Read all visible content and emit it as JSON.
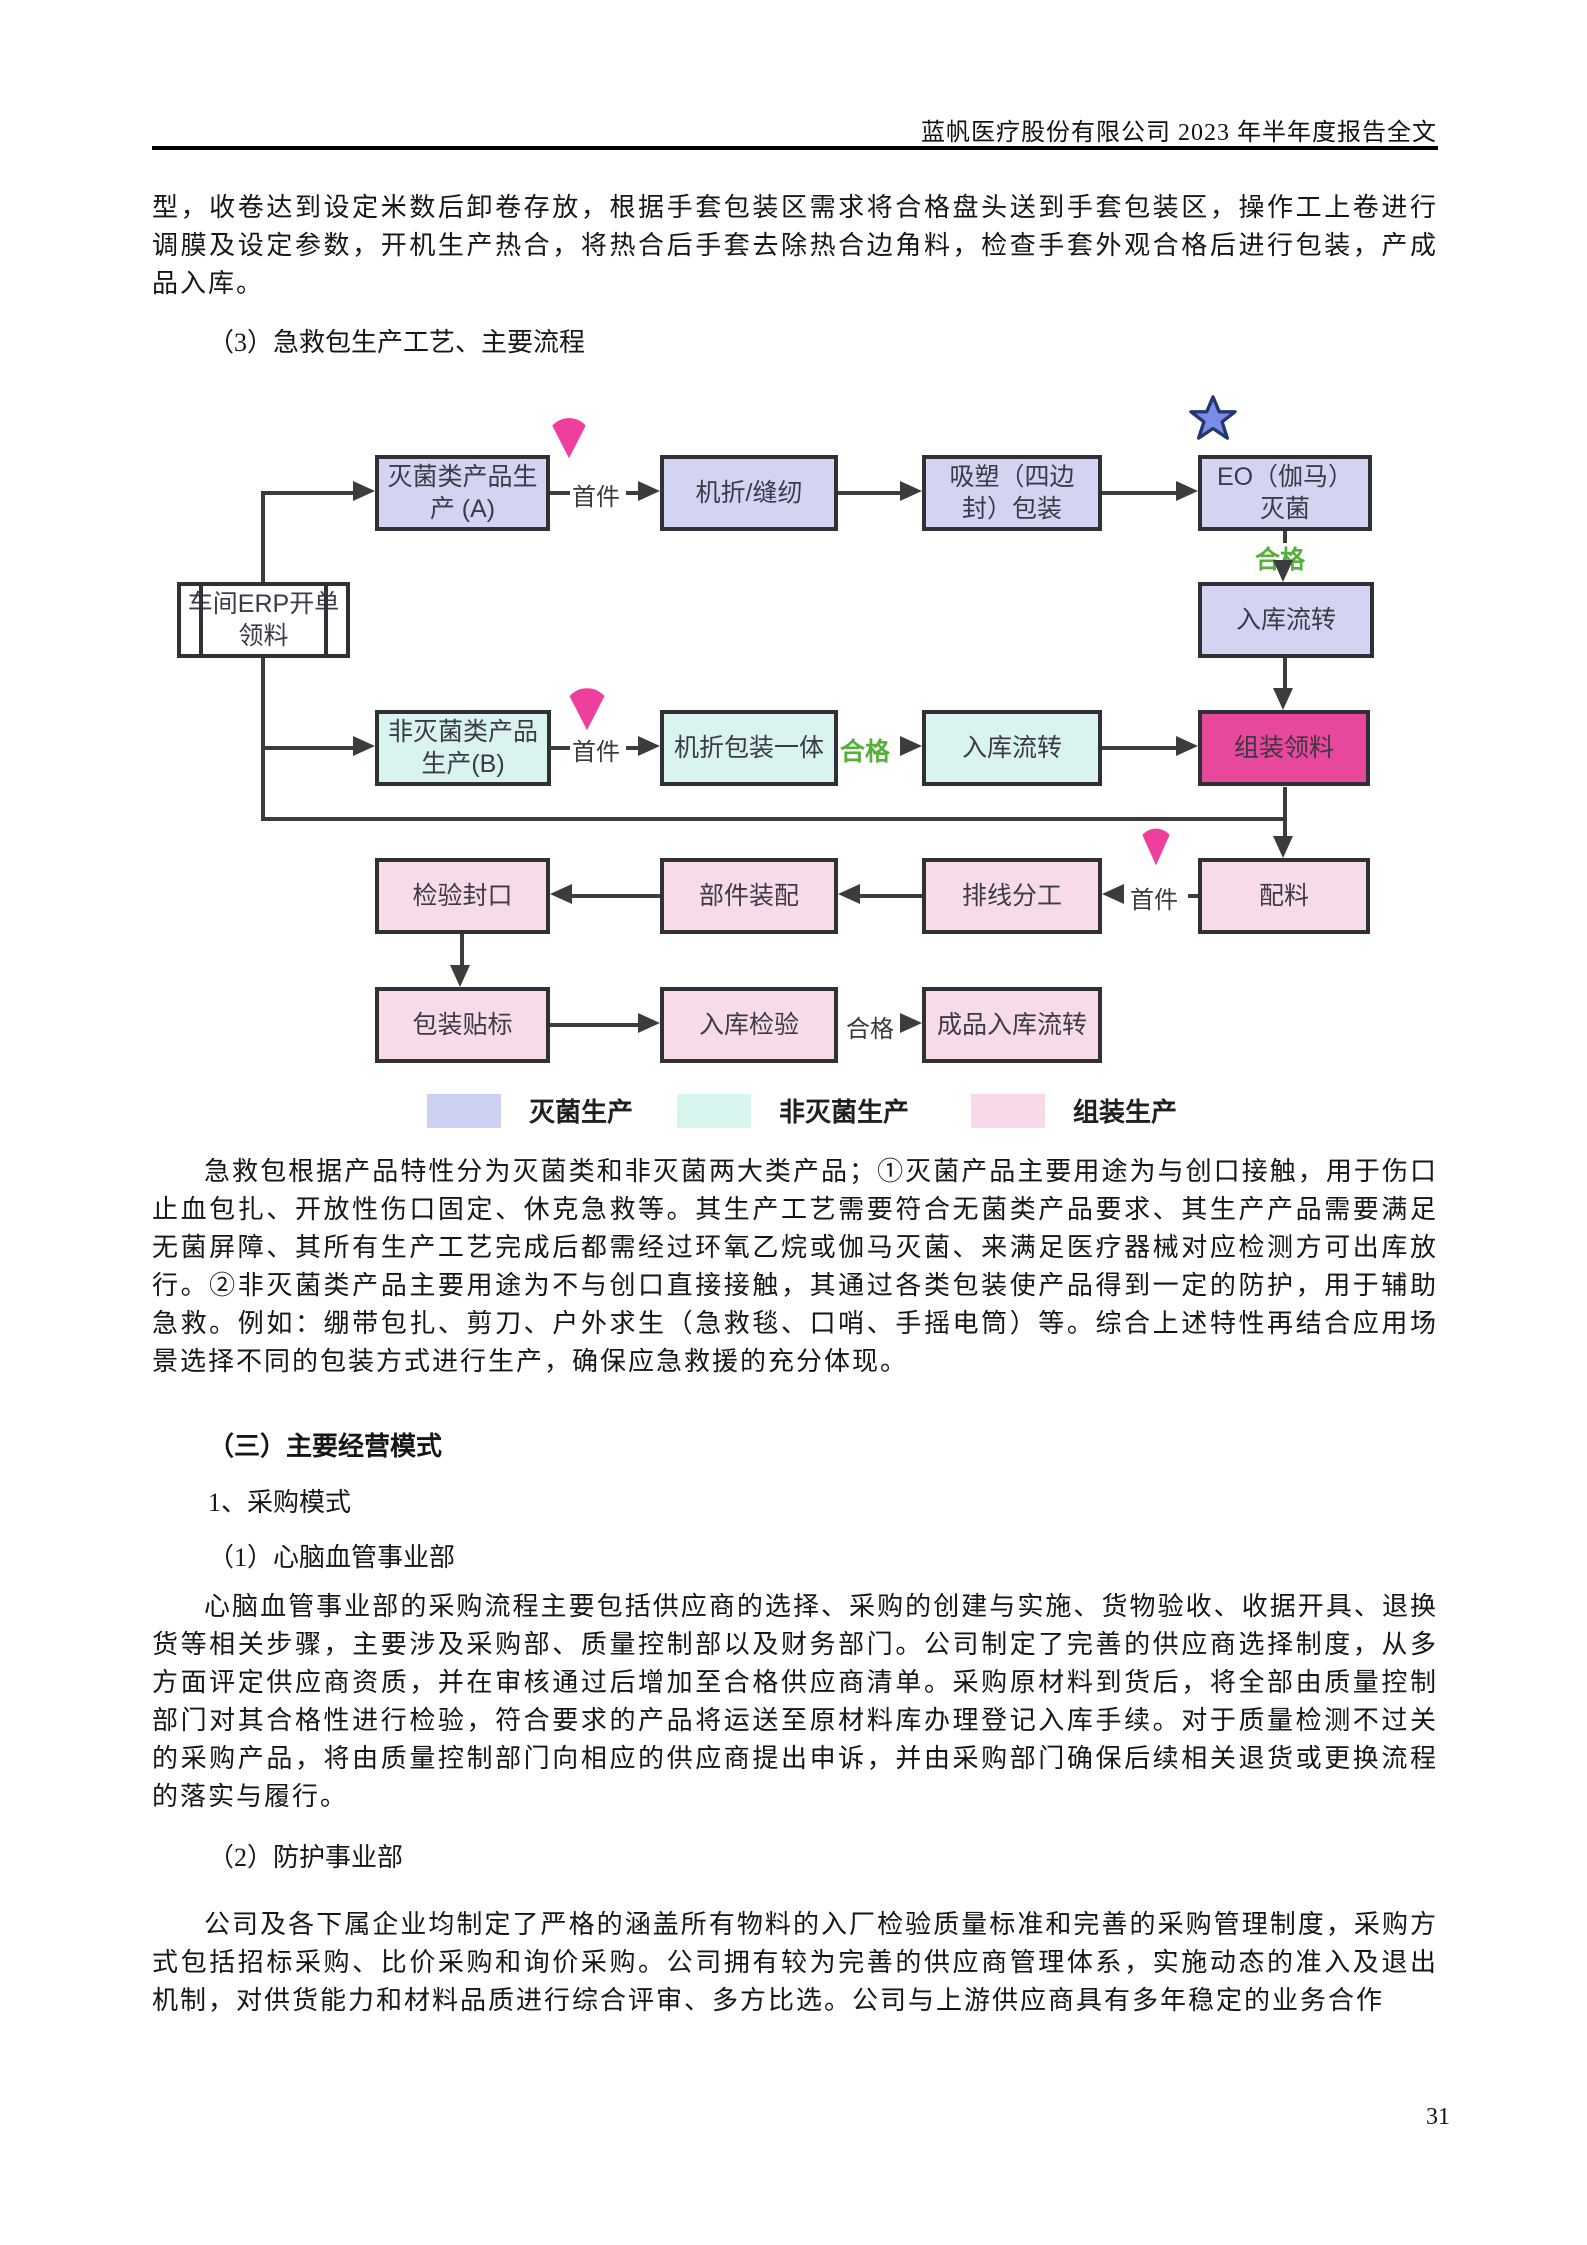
{
  "page": {
    "header_title": "蓝帆医疗股份有限公司 2023 年半年度报告全文",
    "page_number": "31"
  },
  "paragraphs": {
    "p1": "型，收卷达到设定米数后卸卷存放，根据手套包装区需求将合格盘头送到手套包装区，操作工上卷进行调膜及设定参数，开机生产热合，将热合后手套去除热合边角料，检查手套外观合格后进行包装，产成品入库。",
    "h_process": "（3）急救包生产工艺、主要流程",
    "p2": "急救包根据产品特性分为灭菌类和非灭菌两大类产品；①灭菌产品主要用途为与创口接触，用于伤口止血包扎、开放性伤口固定、休克急救等。其生产工艺需要符合无菌类产品要求、其生产产品需要满足无菌屏障、其所有生产工艺完成后都需经过环氧乙烷或伽马灭菌、来满足医疗器械对应检测方可出库放行。②非灭菌类产品主要用途为不与创口直接接触，其通过各类包装使产品得到一定的防护，用于辅助急救。例如：绷带包扎、剪刀、户外求生（急救毯、口哨、手摇电筒）等。综合上述特性再结合应用场景选择不同的包装方式进行生产，确保应急救援的充分体现。",
    "h_section": "（三）主要经营模式",
    "h_purchase": "1、采购模式",
    "h_cardio": "（1）心脑血管事业部",
    "p4": "心脑血管事业部的采购流程主要包括供应商的选择、采购的创建与实施、货物验收、收据开具、退换货等相关步骤，主要涉及采购部、质量控制部以及财务部门。公司制定了完善的供应商选择制度，从多方面评定供应商资质，并在审核通过后增加至合格供应商清单。采购原材料到货后，将全部由质量控制部门对其合格性进行检验，符合要求的产品将运送至原材料库办理登记入库手续。对于质量检测不过关的采购产品，将由质量控制部门向相应的供应商提出申诉，并由采购部门确保后续相关退货或更换流程的落实与履行。",
    "h_protect": "（2）防护事业部",
    "p5": "公司及各下属企业均制定了严格的涵盖所有物料的入厂检验质量标准和完善的采购管理制度，采购方式包括招标采购、比价采购和询价采购。公司拥有较为完善的供应商管理体系，实施动态的准入及退出机制，对供货能力和材料品质进行综合评审、多方比选。公司与上游供应商具有多年稳定的业务合作"
  },
  "diagram": {
    "nodes": {
      "erp": "车间ERP开单领料",
      "prod_a": "灭菌类产品生产 (A)",
      "fold_sew": "机折/缝纫",
      "blister_pack": "吸塑（四边封）包装",
      "eo_sterilize": "EO（伽马）灭菌",
      "inbound_1": "入库流转",
      "prod_b": "非灭菌类产品生产(B)",
      "fold_pack": "机折包装一体",
      "inbound_2": "入库流转",
      "assembly_pick": "组装领料",
      "ingredients": "配料",
      "wiring_split": "排线分工",
      "parts_assembly": "部件装配",
      "seal_inspect": "检验封口",
      "label_pack": "包装贴标",
      "inbound_inspect": "入库检验",
      "finished_flow": "成品入库流转"
    },
    "edge_labels": {
      "first_piece": "首件",
      "pass": "合格"
    },
    "legend": [
      {
        "label": "灭菌生产",
        "color": "#ccd0f1"
      },
      {
        "label": "非灭菌生产",
        "color": "#d7f4ee"
      },
      {
        "label": "组装生产",
        "color": "#f8d9e9"
      }
    ],
    "colors": {
      "sterile_fill": "#d2d4f2",
      "nonsterile_fill": "#d9f3ee",
      "assembly_fill": "#f8dbe9",
      "assembly_accent": "#e8489c",
      "outline": "#303036",
      "arrow": "#3c3c3c",
      "pass_green": "#56ae3c",
      "marker_pink": "#ee3f9d",
      "star_blue": "#7b8de8"
    }
  }
}
